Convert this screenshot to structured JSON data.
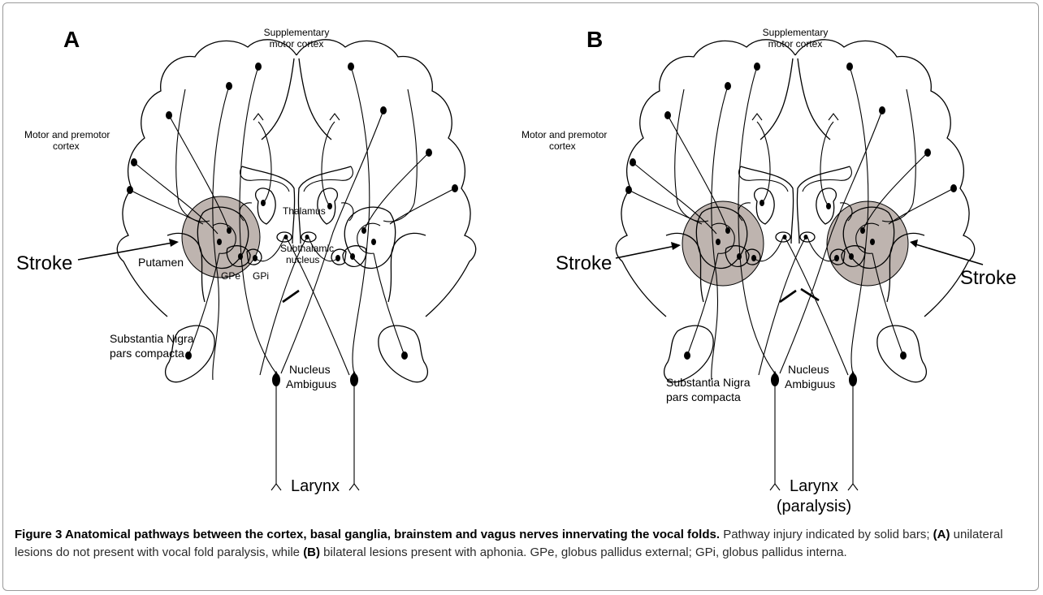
{
  "panels": [
    {
      "letter": "A",
      "labels": {
        "supplementary": [
          "Supplementary",
          "motor cortex"
        ],
        "motor": [
          "Motor and premotor",
          "cortex"
        ],
        "thalamus": "Thalamus",
        "subthalamic": [
          "Subthalamic",
          "nucleus"
        ],
        "putamen": "Putamen",
        "gpe": "GPe",
        "gpi": "GPi",
        "stroke_left": "Stroke",
        "substantia": [
          "Substantia Nigra",
          "pars compacta"
        ],
        "nucleus_ambiguus": [
          "Nucleus",
          "Ambiguus"
        ],
        "larynx": [
          "Larynx"
        ]
      }
    },
    {
      "letter": "B",
      "labels": {
        "supplementary": [
          "Supplementary",
          "motor cortex"
        ],
        "motor": [
          "Motor and premotor",
          "cortex"
        ],
        "stroke_left": "Stroke",
        "stroke_right": "Stroke",
        "substantia": [
          "Substantia Nigra",
          "pars compacta"
        ],
        "nucleus_ambiguus": [
          "Nucleus",
          "Ambiguus"
        ],
        "larynx": [
          "Larynx",
          "(paralysis)"
        ]
      }
    }
  ],
  "caption": {
    "title": "Figure 3 Anatomical pathways between the cortex, basal ganglia, brainstem and vagus nerves innervating the vocal folds.",
    "t1": " Pathway injury indicated by solid bars; ",
    "b1": "(A)",
    "t2": " unilateral lesions do not present with vocal fold paralysis, while ",
    "b2": "(B)",
    "t3": " bilateral lesions present with aphonia. GPe, globus pallidus external; GPi, globus pallidus interna."
  },
  "colors": {
    "lesion": "#b5aaa4",
    "line": "#000000",
    "caption_text": "#2b2b2b",
    "frame": "#9a9a9a"
  }
}
